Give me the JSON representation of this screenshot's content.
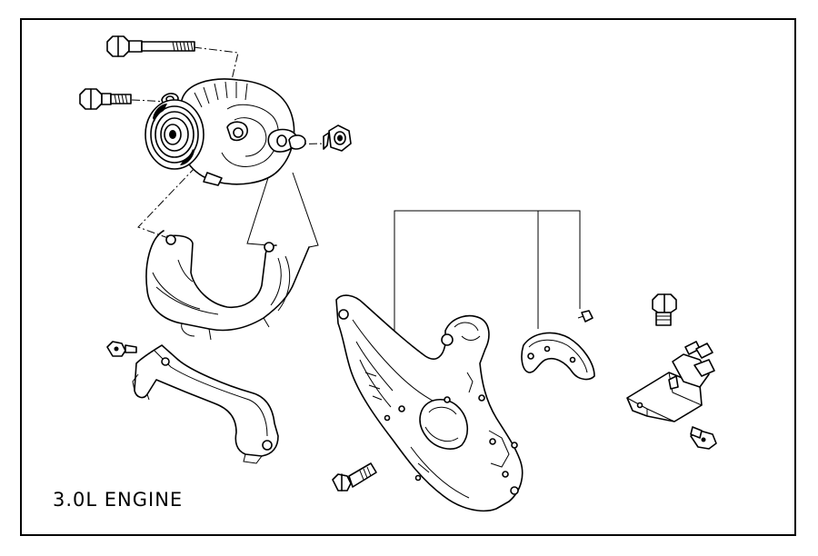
{
  "figure": {
    "caption": "3.0L ENGINE"
  },
  "parts": [
    {
      "id": "alternator"
    },
    {
      "id": "alternator-long-bolt"
    },
    {
      "id": "alternator-short-bolt"
    },
    {
      "id": "alternator-nut"
    },
    {
      "id": "engine-mount-outline"
    },
    {
      "id": "alternator-brace"
    },
    {
      "id": "brace-bolt"
    },
    {
      "id": "mounting-bracket"
    },
    {
      "id": "bracket-bolt"
    },
    {
      "id": "heat-shield"
    },
    {
      "id": "shield-screw"
    },
    {
      "id": "regulator-bolt"
    },
    {
      "id": "voltage-regulator"
    },
    {
      "id": "regulator-screw"
    }
  ]
}
